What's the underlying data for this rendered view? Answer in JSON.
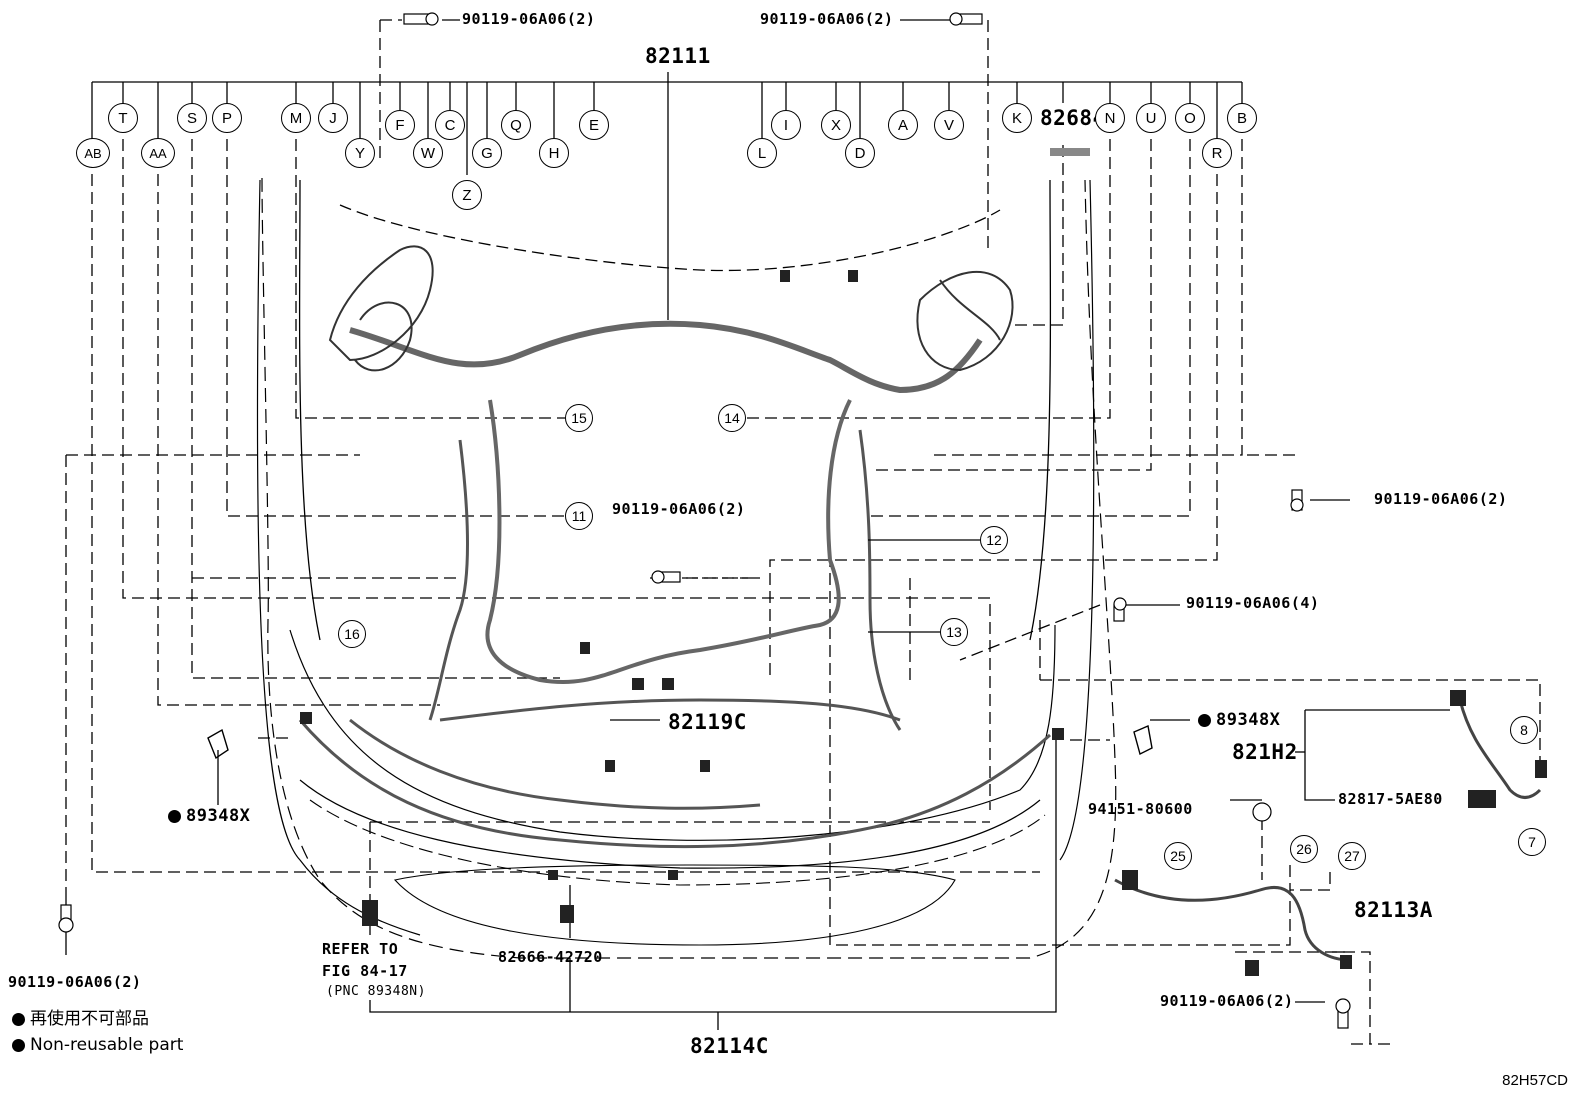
{
  "diagram": {
    "main_harness": "82111",
    "front_harness": "82114C",
    "center_harness": "82119C",
    "drawing_code": "82H57CD",
    "bolt_notes": [
      {
        "text": "90119-06A06(2)"
      },
      {
        "text": "90119-06A06(2)"
      },
      {
        "text": "90119-06A06(2)"
      },
      {
        "text": "90119-06A06(2)"
      },
      {
        "text": "90119-06A06(4)"
      },
      {
        "text": "90119-06A06(2)"
      },
      {
        "text": "90119-06A06(2)"
      }
    ],
    "parts": {
      "p82684": "82684",
      "p89348x_left": "89348X",
      "p89348x_right": "89348X",
      "p821h2": "821H2",
      "p82817": "82817-5AE80",
      "p94151": "94151-80600",
      "p82113a": "82113A",
      "p82666": "82666-42720"
    },
    "refer": {
      "line1": "REFER TO",
      "line2": "FIG 84-17",
      "line3": "(PNC 89348N)"
    },
    "top_letters": [
      "T",
      "S",
      "P",
      "M",
      "J",
      "F",
      "W",
      "C",
      "G",
      "Q",
      "H",
      "E",
      "I",
      "X",
      "A",
      "V",
      "K",
      "N",
      "U",
      "O",
      "B"
    ],
    "lower_letters": [
      "AB",
      "AA",
      "Y",
      "Z",
      "L",
      "D",
      "R"
    ],
    "numbers": [
      "15",
      "14",
      "11",
      "12",
      "13",
      "16",
      "8",
      "7",
      "25",
      "26",
      "27"
    ],
    "legend": {
      "jp": "再使用不可部品",
      "en": "Non-reusable part"
    }
  }
}
